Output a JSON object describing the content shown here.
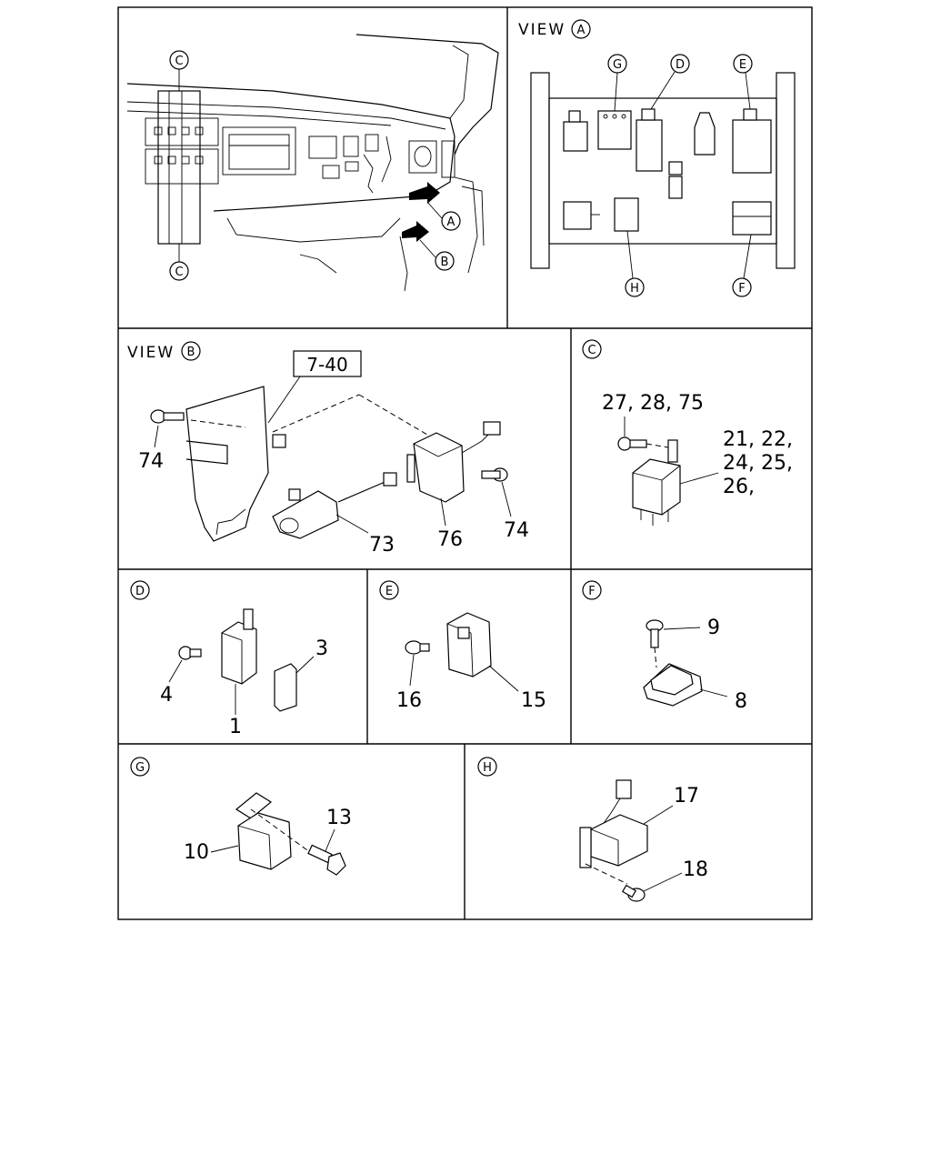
{
  "panels": {
    "overview": {
      "callouts": {
        "c_top": "C",
        "c_bottom": "C",
        "a": "A",
        "b": "B"
      }
    },
    "view_a": {
      "title_word": "VIEW",
      "title_letter": "A",
      "callouts": {
        "g": "G",
        "d": "D",
        "e": "E",
        "h": "H",
        "f": "F"
      }
    },
    "view_b": {
      "title_word": "VIEW",
      "title_letter": "B",
      "ref_box": "7-40",
      "labels": {
        "p74_left": "74",
        "p73": "73",
        "p76": "76",
        "p74_right": "74"
      }
    },
    "c": {
      "letter": "C",
      "labels": {
        "screws": "27, 28, 75",
        "line1": "21, 22,",
        "line2": "24, 25,",
        "line3": "26,"
      }
    },
    "d": {
      "letter": "D",
      "labels": {
        "p4": "4",
        "p1": "1",
        "p3": "3"
      }
    },
    "e": {
      "letter": "E",
      "labels": {
        "p16": "16",
        "p15": "15"
      }
    },
    "f": {
      "letter": "F",
      "labels": {
        "p9": "9",
        "p8": "8"
      }
    },
    "g": {
      "letter": "G",
      "labels": {
        "p10": "10",
        "p13": "13"
      }
    },
    "h": {
      "letter": "H",
      "labels": {
        "p17": "17",
        "p18": "18"
      }
    }
  }
}
